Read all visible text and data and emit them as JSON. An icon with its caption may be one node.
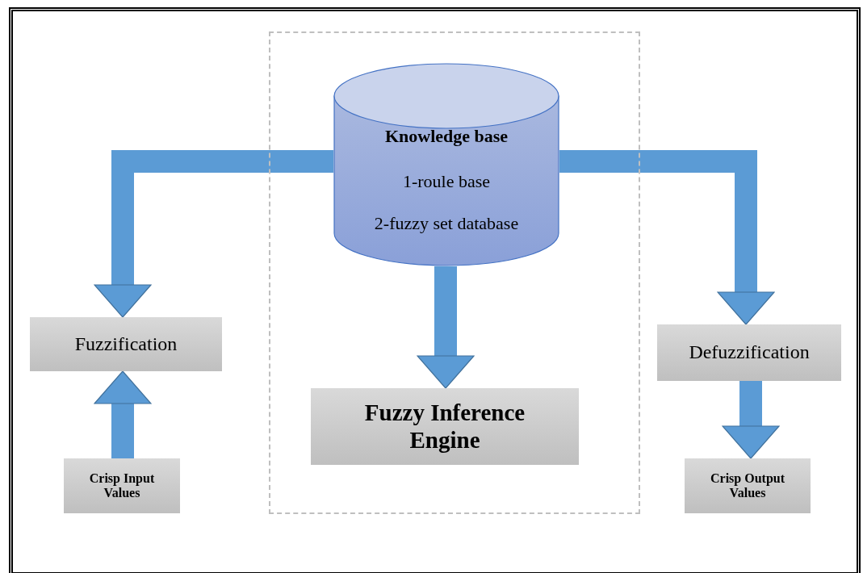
{
  "diagram": {
    "nodes": [
      {
        "text": [],
        "shape": "box"
      },
      {
        "text": [
          "Knowledge base",
          "1-roule base",
          "2-fuzzy set database"
        ],
        "in": 0
      },
      {
        "text": [
          "Fuzzification"
        ]
      },
      {
        "text": [
          "Defuzzification"
        ]
      },
      {
        "text": [
          "Fuzzy Inference Engine"
        ],
        "in": 0
      },
      {
        "text": [
          "Crisp Input Values"
        ]
      },
      {
        "text": [
          "Crisp Output Values"
        ]
      }
    ],
    "edges": [
      {
        "from": 1,
        "to": 2,
        "arrow": "to"
      },
      {
        "from": 1,
        "to": 3,
        "arrow": "to"
      },
      {
        "from": 1,
        "to": 4,
        "arrow": "to"
      },
      {
        "from": 5,
        "to": 2,
        "arrow": "to"
      },
      {
        "from": 3,
        "to": 6,
        "arrow": "to"
      }
    ]
  }
}
